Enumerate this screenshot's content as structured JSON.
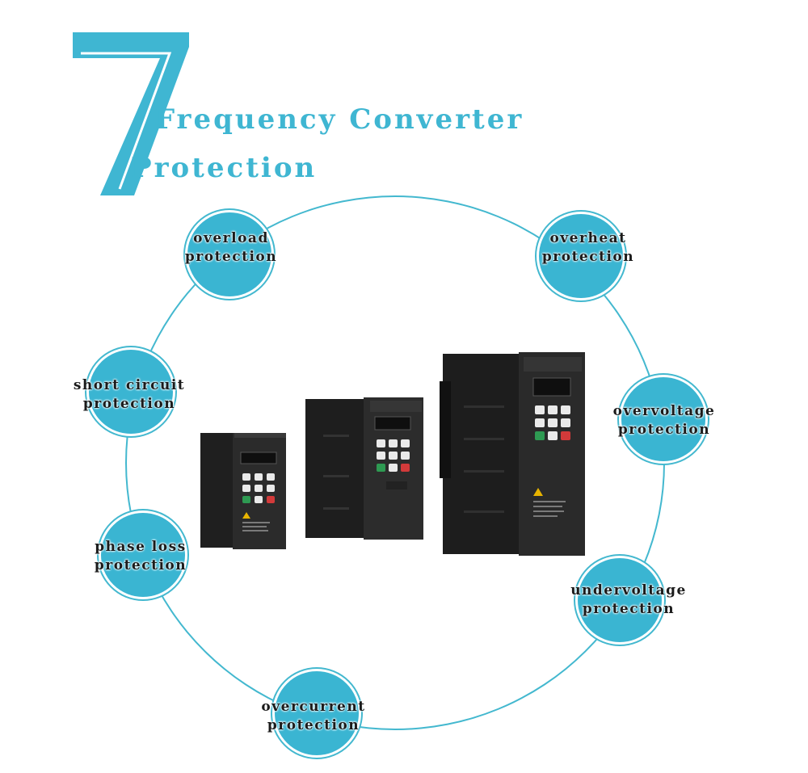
{
  "title": {
    "number": "7",
    "line1": "Frequency Converter",
    "line2": "Protection"
  },
  "colors": {
    "accent": "#3ab5d2",
    "ring": "#43b8cf",
    "device_body": "#2a2a2a",
    "key_green": "#2e9a52",
    "key_red": "#d23a3a",
    "warning_yellow": "#e8b400"
  },
  "protections": [
    {
      "id": "overload",
      "line1": "overload",
      "line2": "protection"
    },
    {
      "id": "overheat",
      "line1": "overheat",
      "line2": "protection"
    },
    {
      "id": "short-circuit",
      "line1": "short circuit",
      "line2": "protection"
    },
    {
      "id": "overvoltage",
      "line1": "overvoltage",
      "line2": "protection"
    },
    {
      "id": "phase-loss",
      "line1": "phase loss",
      "line2": "protection"
    },
    {
      "id": "undervoltage",
      "line1": "undervoltage",
      "line2": "protection"
    },
    {
      "id": "overcurrent",
      "line1": "overcurrent",
      "line2": "protection"
    }
  ],
  "devices": [
    {
      "id": "small",
      "icon": "inverter-icon"
    },
    {
      "id": "medium",
      "icon": "inverter-icon"
    },
    {
      "id": "large",
      "icon": "inverter-icon"
    }
  ]
}
